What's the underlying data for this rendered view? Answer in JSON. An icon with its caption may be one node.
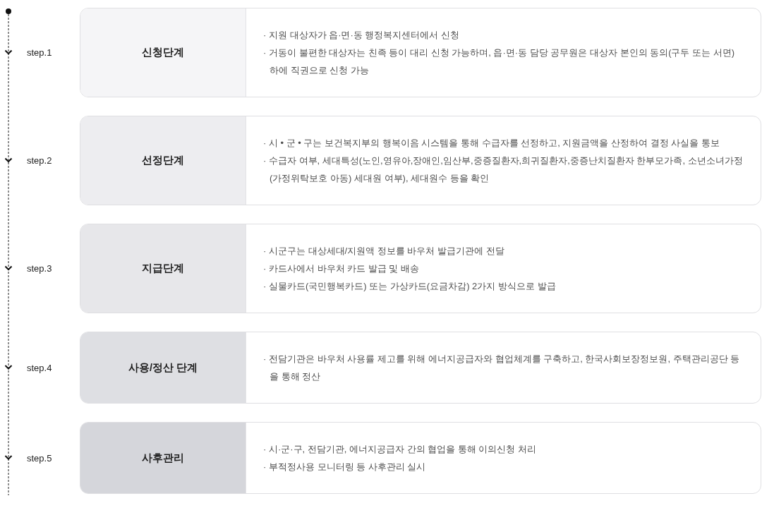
{
  "diagram": {
    "nodes": [
      {
        "text": [
          "· 지원 대상자가 읍·면·동 행정복지센터에서 신청",
          "· 거동이 불편한 대상자는 친족 등이 대리 신청 가능하며, 읍·면·동 담당 공무원은 대상자 본인의 동의(구두 또는 서면) 하에 직권으로 신청 가능"
        ],
        "beside": [
          "step.1"
        ]
      },
      {
        "text": [
          "신청단계"
        ],
        "in": 0
      },
      {
        "text": [
          "· 시 • 군 • 구는 보건복지부의 행복이음 시스템을 통해 수급자를 선정하고, 지원금액을 산정하여 결정 사실을 통보",
          "· 수급자 여부, 세대특성(노인,영유아,장애인,임산부,중증질환자,희귀질환자,중증난치질환자 한부모가족, 소년소녀가정(가정위탁보호 아동) 세대원 여부), 세대원수 등을 확인"
        ],
        "beside": [
          "step.2"
        ]
      },
      {
        "text": [
          "선정단계"
        ],
        "in": 2
      },
      {
        "text": [
          "· 시군구는 대상세대/지원액 정보를 바우처 발급기관에 전달",
          "· 카드사에서 바우처 카드 발급 및 배송",
          "· 실물카드(국민행복카드) 또는 가상카드(요금차감) 2가지 방식으로 발급"
        ],
        "beside": [
          "step.3"
        ]
      },
      {
        "text": [
          "지급단계"
        ],
        "in": 4
      },
      {
        "text": [
          "· 전담기관은 바우처 사용률 제고를 위해 에너지공급자와 협업체계를 구축하고, 한국사회보장정보원, 주택관리공단 등을 통해 정산"
        ],
        "beside": [
          "step.4"
        ]
      },
      {
        "text": [
          "사용/정산 단계"
        ],
        "in": 6
      },
      {
        "text": [
          "· 시·군·구, 전담기관, 에너지공급자 간의 협업을 통해 이의신청 처리",
          "· 부적정사용 모니터링 등 사후관리 실시"
        ],
        "beside": [
          "step.5"
        ]
      },
      {
        "text": [
          "사후관리"
        ],
        "in": 8
      }
    ]
  }
}
